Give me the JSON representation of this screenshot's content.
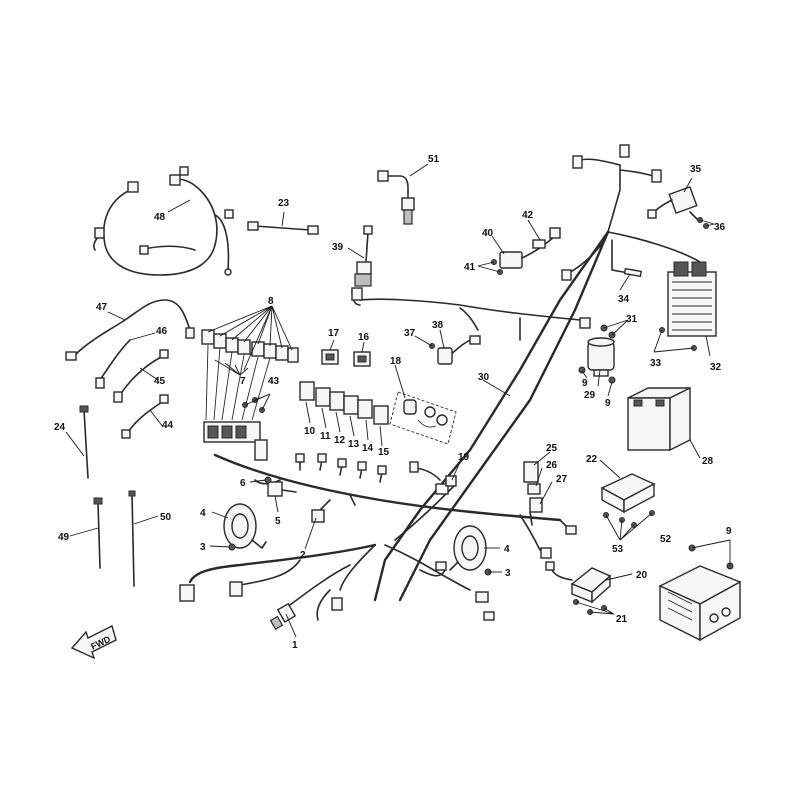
{
  "diagram": {
    "callouts": [
      "1",
      "2",
      "3",
      "3",
      "4",
      "4",
      "5",
      "6",
      "7",
      "8",
      "9",
      "9",
      "9",
      "10",
      "11",
      "12",
      "13",
      "14",
      "15",
      "16",
      "17",
      "18",
      "19",
      "20",
      "21",
      "22",
      "23",
      "24",
      "25",
      "26",
      "27",
      "28",
      "29",
      "30",
      "31",
      "32",
      "33",
      "34",
      "35",
      "36",
      "37",
      "38",
      "39",
      "40",
      "41",
      "42",
      "43",
      "44",
      "45",
      "46",
      "47",
      "48",
      "49",
      "50",
      "51",
      "52",
      "53"
    ],
    "direction_arrow": "FWD"
  }
}
